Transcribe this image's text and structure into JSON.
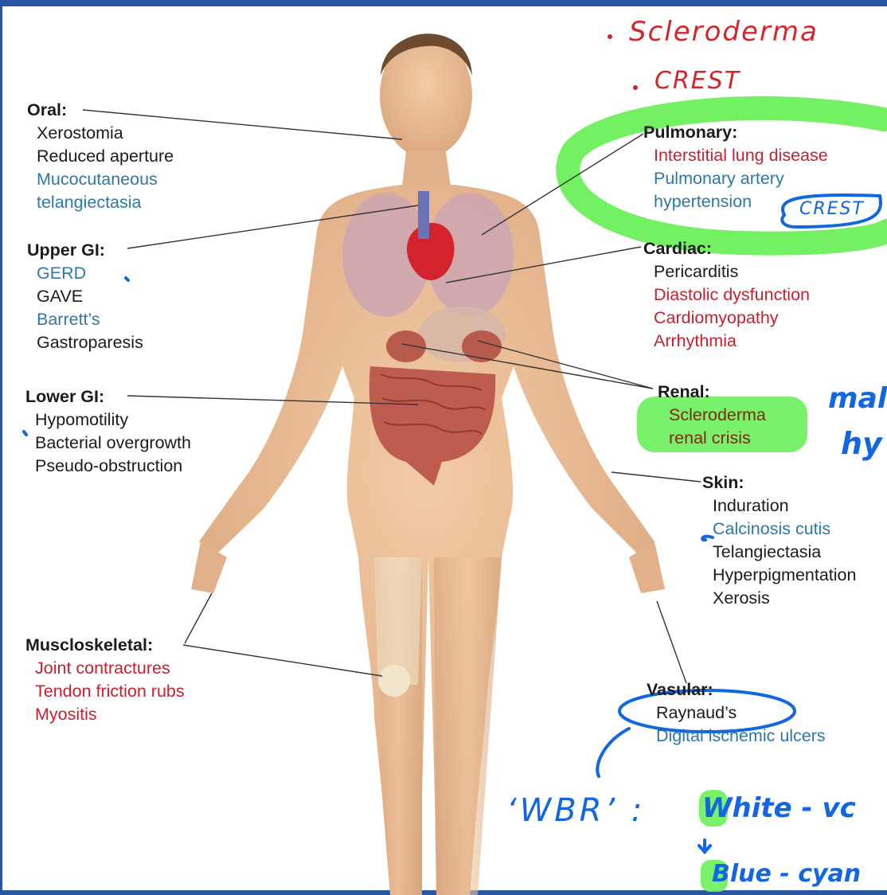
{
  "figure": {
    "groups": [
      {
        "id": "oral",
        "heading": "Oral:",
        "items": [
          {
            "text": "Xerostomia",
            "color": "black"
          },
          {
            "text": "Reduced aperture",
            "color": "black"
          },
          {
            "text": "Mucocutaneous",
            "color": "blue"
          },
          {
            "text": "telangiectasia",
            "color": "blue"
          }
        ]
      },
      {
        "id": "upper-gi",
        "heading": "Upper GI:",
        "items": [
          {
            "text": "GERD",
            "color": "blue"
          },
          {
            "text": "GAVE",
            "color": "black"
          },
          {
            "text": "Barrett’s",
            "color": "blue"
          },
          {
            "text": "Gastroparesis",
            "color": "black"
          }
        ]
      },
      {
        "id": "lower-gi",
        "heading": "Lower GI:",
        "items": [
          {
            "text": "Hypomotility",
            "color": "black"
          },
          {
            "text": "Bacterial overgrowth",
            "color": "black"
          },
          {
            "text": "Pseudo-obstruction",
            "color": "black"
          }
        ]
      },
      {
        "id": "musculoskeletal",
        "heading": "Muscloskeletal:",
        "items": [
          {
            "text": "Joint contractures",
            "color": "red"
          },
          {
            "text": "Tendon friction rubs",
            "color": "red"
          },
          {
            "text": "Myositis",
            "color": "red"
          }
        ]
      },
      {
        "id": "pulmonary",
        "heading": "Pulmonary:",
        "items": [
          {
            "text": "Interstitial lung disease",
            "color": "red"
          },
          {
            "text": "Pulmonary artery",
            "color": "blue"
          },
          {
            "text": "hypertension",
            "color": "blue"
          }
        ]
      },
      {
        "id": "cardiac",
        "heading": "Cardiac:",
        "items": [
          {
            "text": "Pericarditis",
            "color": "black"
          },
          {
            "text": "Diastolic dysfunction",
            "color": "red"
          },
          {
            "text": "Cardiomyopathy",
            "color": "red"
          },
          {
            "text": "Arrhythmia",
            "color": "red"
          }
        ]
      },
      {
        "id": "renal",
        "heading": "Renal:",
        "items": [
          {
            "text": "Scleroderma",
            "color": "brown"
          },
          {
            "text": "renal crisis",
            "color": "brown"
          }
        ]
      },
      {
        "id": "skin",
        "heading": "Skin:",
        "items": [
          {
            "text": "Induration",
            "color": "black"
          },
          {
            "text": "Calcinosis cutis",
            "color": "blue"
          },
          {
            "text": "Telangiectasia",
            "color": "black"
          },
          {
            "text": "Hyperpigmentation",
            "color": "black"
          },
          {
            "text": "Xerosis",
            "color": "black"
          }
        ]
      },
      {
        "id": "vascular",
        "heading": "Vasular:",
        "items": [
          {
            "text": "Raynaud’s",
            "color": "black"
          },
          {
            "text": "Digital ischemic ulcers",
            "color": "blue"
          }
        ]
      }
    ]
  },
  "annotations": {
    "scleroderma": "Scleroderma",
    "crest_top": "CREST",
    "crest_small": "CREST",
    "margin_word_1": "mal",
    "margin_word_2": "hy",
    "wbr": "‘WBR’ :",
    "white": "White - vc",
    "blue_line": "Blue - cyan"
  },
  "colors": {
    "heading": "#1b1b1b",
    "black": "#1b1b1b",
    "blue": "#2f77a8",
    "red": "#c8202f",
    "brown": "#7d2a12",
    "highlight": "#6cf05a",
    "pen_blue": "#1266e0",
    "pen_red": "#d4252d",
    "frame": "#2a57a4",
    "skin": "#e8b993"
  }
}
